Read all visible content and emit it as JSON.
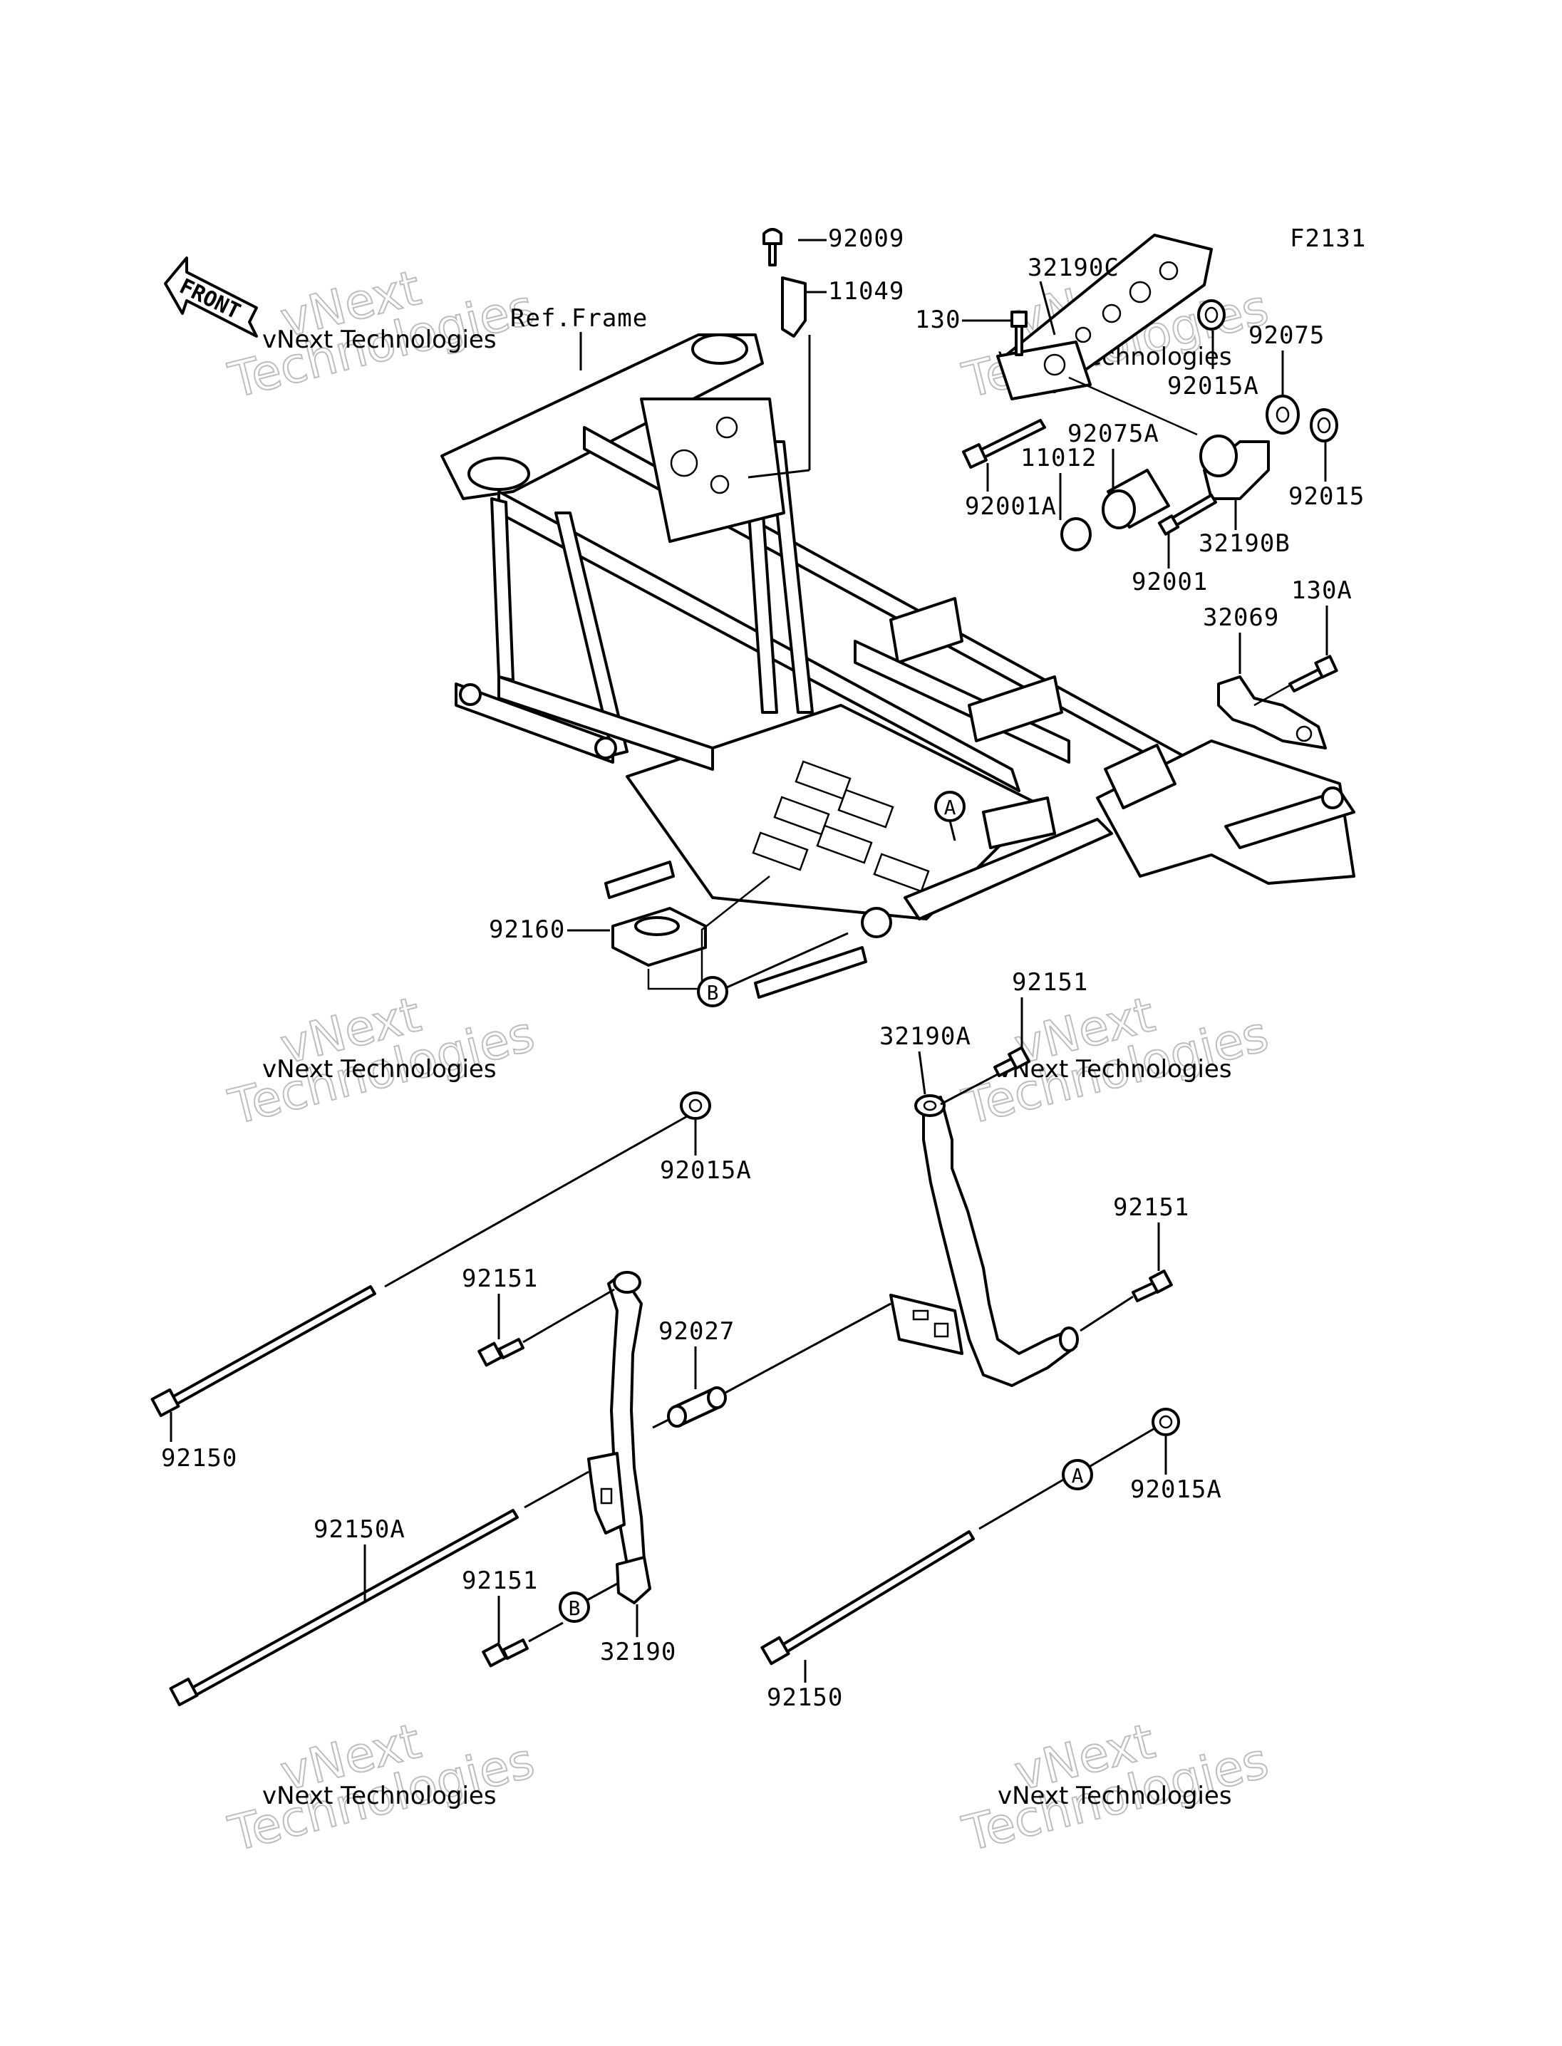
{
  "diagram_code": "F2131",
  "front_arrow_label": "FRONT",
  "ref_frame_label": "Ref.Frame",
  "watermark": {
    "line1": "vNext Technologies",
    "line2": "vNext",
    "line3": "Technologies"
  },
  "parts": {
    "p92009": "92009",
    "p11049": "11049",
    "p32190C": "32190C",
    "p130": "130",
    "p92015A_top": "92015A",
    "p92075": "92075",
    "p92075A": "92075A",
    "p11012": "11012",
    "p92001A": "92001A",
    "p92015": "92015",
    "p32190B": "32190B",
    "p92001": "92001",
    "p32069": "32069",
    "p130A": "130A",
    "p92160": "92160",
    "p92151_a": "92151",
    "p32190A": "32190A",
    "p92015A_mid": "92015A",
    "p92151_b": "92151",
    "p92151_c": "92151",
    "p92027": "92027",
    "p92150_left": "92150",
    "p92150A": "92150A",
    "p92015A_bot": "92015A",
    "p92151_d": "92151",
    "p32190": "32190",
    "p92150_right": "92150"
  },
  "callouts": {
    "A_frame": "A",
    "B_frame": "B",
    "A_bolt": "A",
    "B_bolt": "B"
  }
}
